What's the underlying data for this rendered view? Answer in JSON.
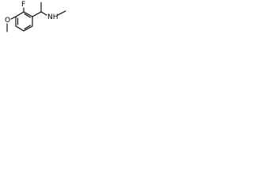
{
  "structure": {
    "atoms": {
      "fluorine": "F",
      "oxygen": "O",
      "amine": "NH"
    },
    "colors": {
      "bond": "#000000",
      "label": "#000000",
      "background": "#ffffff"
    }
  }
}
